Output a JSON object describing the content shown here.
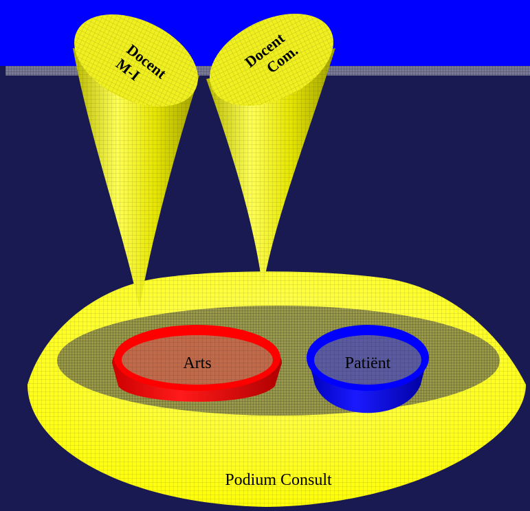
{
  "colors": {
    "background": "#1a1a52",
    "top_band": "#0000ff",
    "stripe": "#7a7a9a",
    "podium": "#ffff00",
    "cone": "#e0e000",
    "arts": "#ff0000",
    "patient": "#0000ff"
  },
  "labels": {
    "docent_mi": [
      "Docent",
      "M-I"
    ],
    "docent_com": [
      "Docent",
      "Com."
    ],
    "arts": "Arts",
    "patient": "Patiënt",
    "podium": "Podium Consult"
  }
}
